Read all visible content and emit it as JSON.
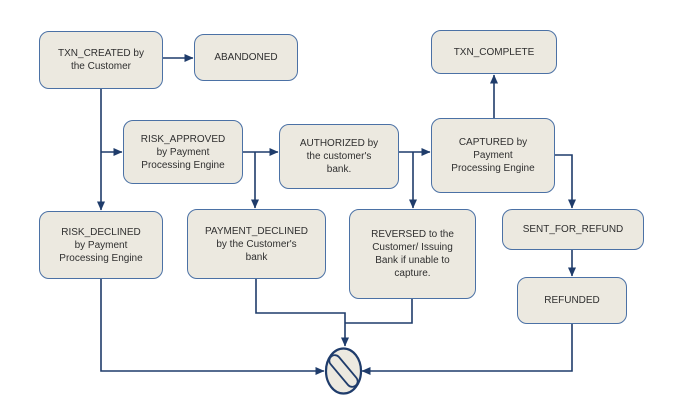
{
  "diagram": {
    "type": "flowchart",
    "description": "Payment transaction state diagram",
    "colors": {
      "background": "#ffffff",
      "node_fill": "#ece9e0",
      "node_border": "#4b71a5",
      "connector": "#1f3c6b",
      "text": "#2f2f2f"
    },
    "nodes": {
      "txn_created": {
        "label": "TXN_CREATED by\nthe Customer"
      },
      "abandoned": {
        "label": "ABANDONED"
      },
      "risk_approved": {
        "label": "RISK_APPROVED\nby Payment\nProcessing Engine"
      },
      "authorized": {
        "label": "AUTHORIZED by\nthe customer's\nbank."
      },
      "captured": {
        "label": "CAPTURED by\nPayment\nProcessing Engine"
      },
      "txn_complete": {
        "label": "TXN_COMPLETE"
      },
      "risk_declined": {
        "label": "RISK_DECLINED\nby Payment\nProcessing Engine"
      },
      "payment_declined": {
        "label": "PAYMENT_DECLINED\nby the Customer's\nbank"
      },
      "reversed": {
        "label": "REVERSED to the\nCustomer/ Issuing\nBank if unable to\ncapture."
      },
      "sent_for_refund": {
        "label": "SENT_FOR_REFUND"
      },
      "refunded": {
        "label": "REFUNDED"
      },
      "end": {
        "label": "",
        "icon": "terminate-slash-icon"
      }
    },
    "edges": [
      {
        "from": "TXN_CREATED",
        "to": "ABANDONED"
      },
      {
        "from": "TXN_CREATED",
        "to": "RISK_APPROVED"
      },
      {
        "from": "TXN_CREATED",
        "to": "RISK_DECLINED"
      },
      {
        "from": "RISK_APPROVED",
        "to": "AUTHORIZED"
      },
      {
        "from": "RISK_APPROVED",
        "to": "PAYMENT_DECLINED"
      },
      {
        "from": "AUTHORIZED",
        "to": "CAPTURED"
      },
      {
        "from": "AUTHORIZED",
        "to": "REVERSED"
      },
      {
        "from": "CAPTURED",
        "to": "TXN_COMPLETE"
      },
      {
        "from": "CAPTURED",
        "to": "SENT_FOR_REFUND"
      },
      {
        "from": "SENT_FOR_REFUND",
        "to": "REFUNDED"
      },
      {
        "from": "REFUNDED",
        "to": "END"
      },
      {
        "from": "RISK_DECLINED",
        "to": "END"
      },
      {
        "from": "PAYMENT_DECLINED",
        "to": "END"
      },
      {
        "from": "REVERSED",
        "to": "END"
      }
    ]
  }
}
